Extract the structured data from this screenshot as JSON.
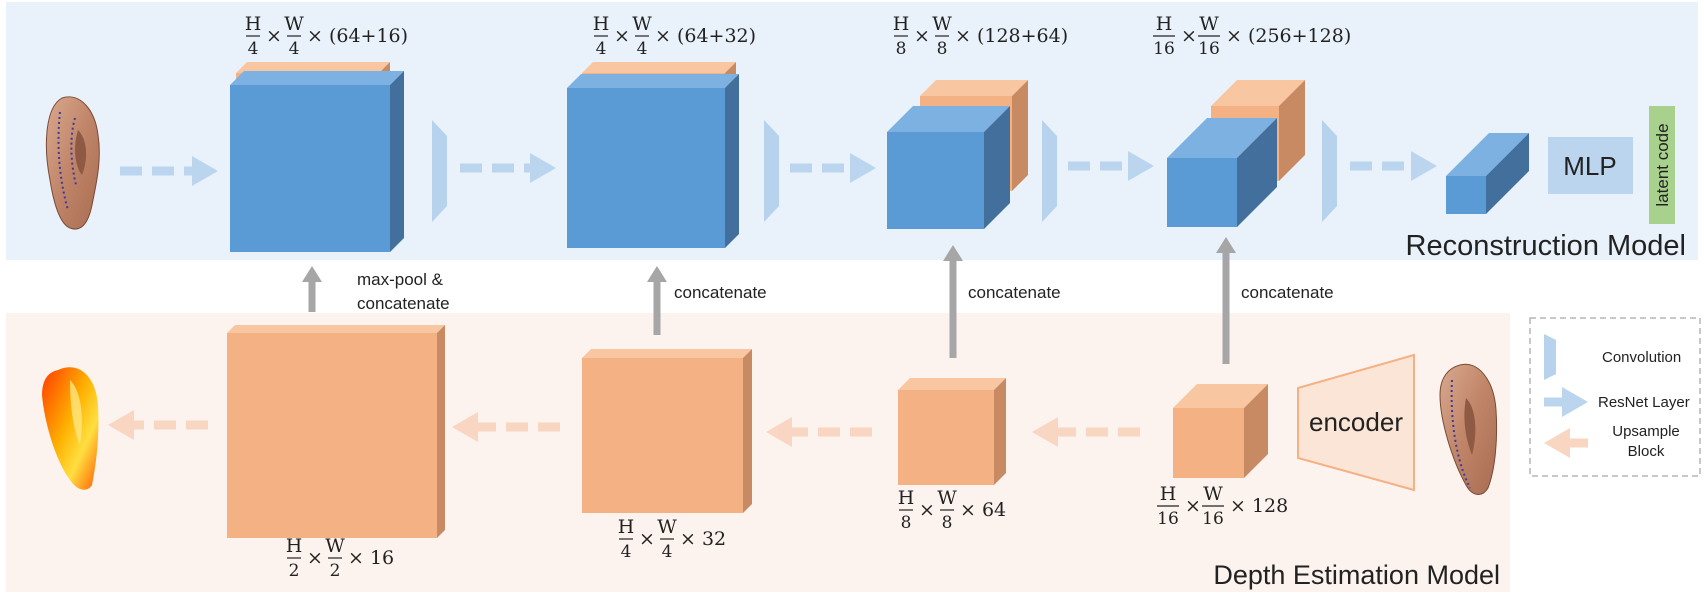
{
  "colors": {
    "recon_bg": "#e9f2fa",
    "depth_bg": "#fcf3ee",
    "blue_front": "#5b9bd5",
    "blue_top": "#7db1e1",
    "blue_side": "#426f9b",
    "orange_front": "#f4b183",
    "orange_top": "#f8c7a2",
    "orange_side": "#c88a62",
    "conv_shape": "#b7d2ec",
    "resnet_arrow": "#bcd5ee",
    "upsample_arrow": "#f9d6c2",
    "concat_arrow": "#a6a6a6",
    "mlp_box": "#bcd5ee",
    "latent_box": "#a9d18e",
    "encoder_fill": "#fbe5d6",
    "encoder_stroke": "#f4b183"
  },
  "reconstruction": {
    "title": "Reconstruction Model",
    "mlp_label": "MLP",
    "latent_label": "latent code",
    "dims": [
      {
        "h": "H",
        "h_den": "4",
        "w": "W",
        "w_den": "4",
        "ch": "× (64+16)"
      },
      {
        "h": "H",
        "h_den": "4",
        "w": "W",
        "w_den": "4",
        "ch": "× (64+32)"
      },
      {
        "h": "H",
        "h_den": "8",
        "w": "W",
        "w_den": "8",
        "ch": "× (128+64)"
      },
      {
        "h": "H",
        "h_den": "16",
        "w": "W",
        "w_den": "16",
        "ch": "× (256+128)"
      }
    ]
  },
  "depth": {
    "title": "Depth Estimation Model",
    "encoder_label": "encoder",
    "dims": [
      {
        "h": "H",
        "h_den": "2",
        "w": "W",
        "w_den": "2",
        "ch": "× 16"
      },
      {
        "h": "H",
        "h_den": "4",
        "w": "W",
        "w_den": "4",
        "ch": "× 32"
      },
      {
        "h": "H",
        "h_den": "8",
        "w": "W",
        "w_den": "8",
        "ch": "× 64"
      },
      {
        "h": "H",
        "h_den": "16",
        "w": "W",
        "w_den": "16",
        "ch": "× 128"
      }
    ]
  },
  "connections": {
    "first_line1": "max-pool &",
    "first_line2": "concatenate",
    "concat": "concatenate"
  },
  "legend": {
    "convolution": "Convolution",
    "resnet": "ResNet Layer",
    "upsample_line1": "Upsample",
    "upsample_line2": "Block"
  }
}
